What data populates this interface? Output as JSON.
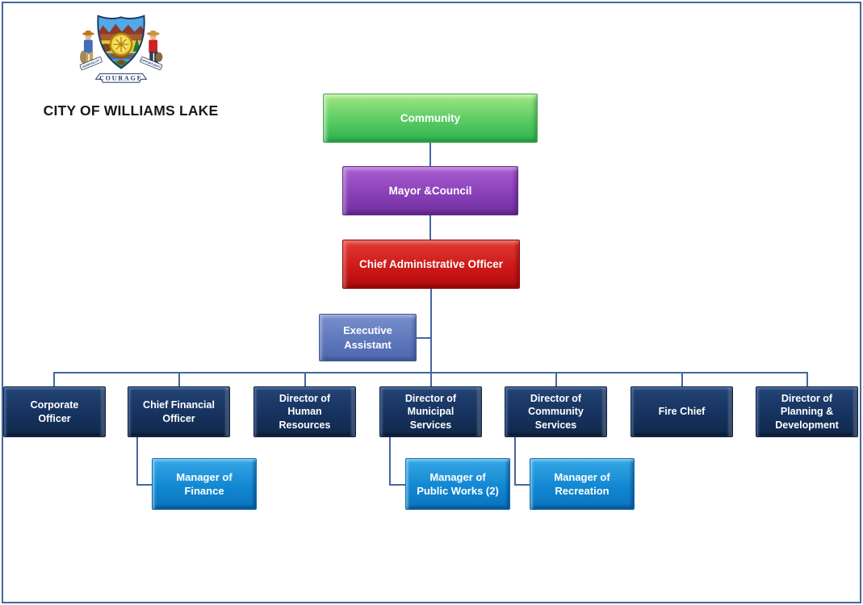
{
  "page": {
    "title": "CITY OF WILLIAMS LAKE",
    "border_color": "#44689D",
    "connector_color": "#44679F"
  },
  "logo": {
    "name": "City of Williams Lake coat of arms",
    "ribbon_left": "HOSPITALITY",
    "ribbon_right": "OPPORTUNITY",
    "ribbon_bottom": "COURAGE"
  },
  "org": {
    "community": {
      "label": "Community",
      "color": "#2EB14E"
    },
    "mayor_council": {
      "label": "Mayor &Council",
      "color": "#7030A0"
    },
    "cao": {
      "label": "Chief Administrative Officer",
      "color": "#C00000"
    },
    "executive_assistant": {
      "label": "Executive\nAssistant",
      "color": "#5F78BC"
    },
    "director_color": "#16325F",
    "directors": [
      {
        "label": "Corporate\nOfficer"
      },
      {
        "label": "Chief Financial\nOfficer"
      },
      {
        "label": "Director of\nHuman\nResources"
      },
      {
        "label": "Director of\nMunicipal\nServices"
      },
      {
        "label": "Director of\nCommunity\nServices"
      },
      {
        "label": "Fire Chief"
      },
      {
        "label": "Director of\nPlanning &\nDevelopment"
      }
    ],
    "manager_color": "#1288D2",
    "managers": [
      {
        "label": "Manager of\nFinance",
        "reports_to": "Chief Financial Officer"
      },
      {
        "label": "Manager of\nPublic Works (2)",
        "reports_to": "Director of Municipal Services"
      },
      {
        "label": "Manager of\nRecreation",
        "reports_to": "Director of Community Services"
      }
    ]
  }
}
